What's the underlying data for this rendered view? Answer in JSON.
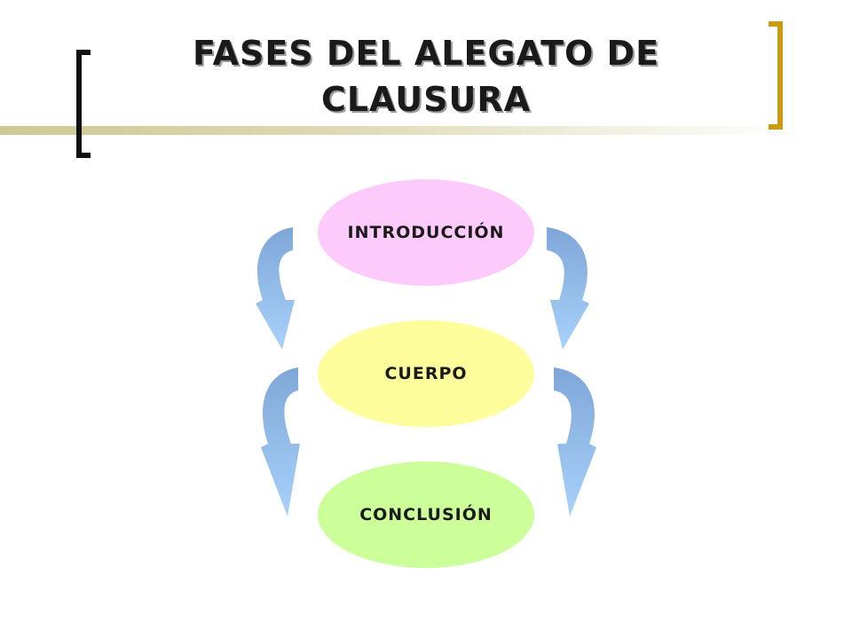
{
  "slide": {
    "title_line1": "FASES DEL ALEGATO DE",
    "title_line2": "CLAUSURA"
  },
  "diagram": {
    "nodes": [
      {
        "label": "INTRODUCCIÓN",
        "color": "#fccbfb"
      },
      {
        "label": "CUERPO",
        "color": "#fdfd9b"
      },
      {
        "label": "CONCLUSIÓN",
        "color": "#ccfe9a"
      }
    ],
    "arrow_colors": {
      "top": "#7ea6d8",
      "bottom": "#a8d2fb"
    }
  },
  "colors": {
    "left_bracket": "#111111",
    "right_bracket": "#c99a12",
    "title_underline": "#cfc895"
  }
}
